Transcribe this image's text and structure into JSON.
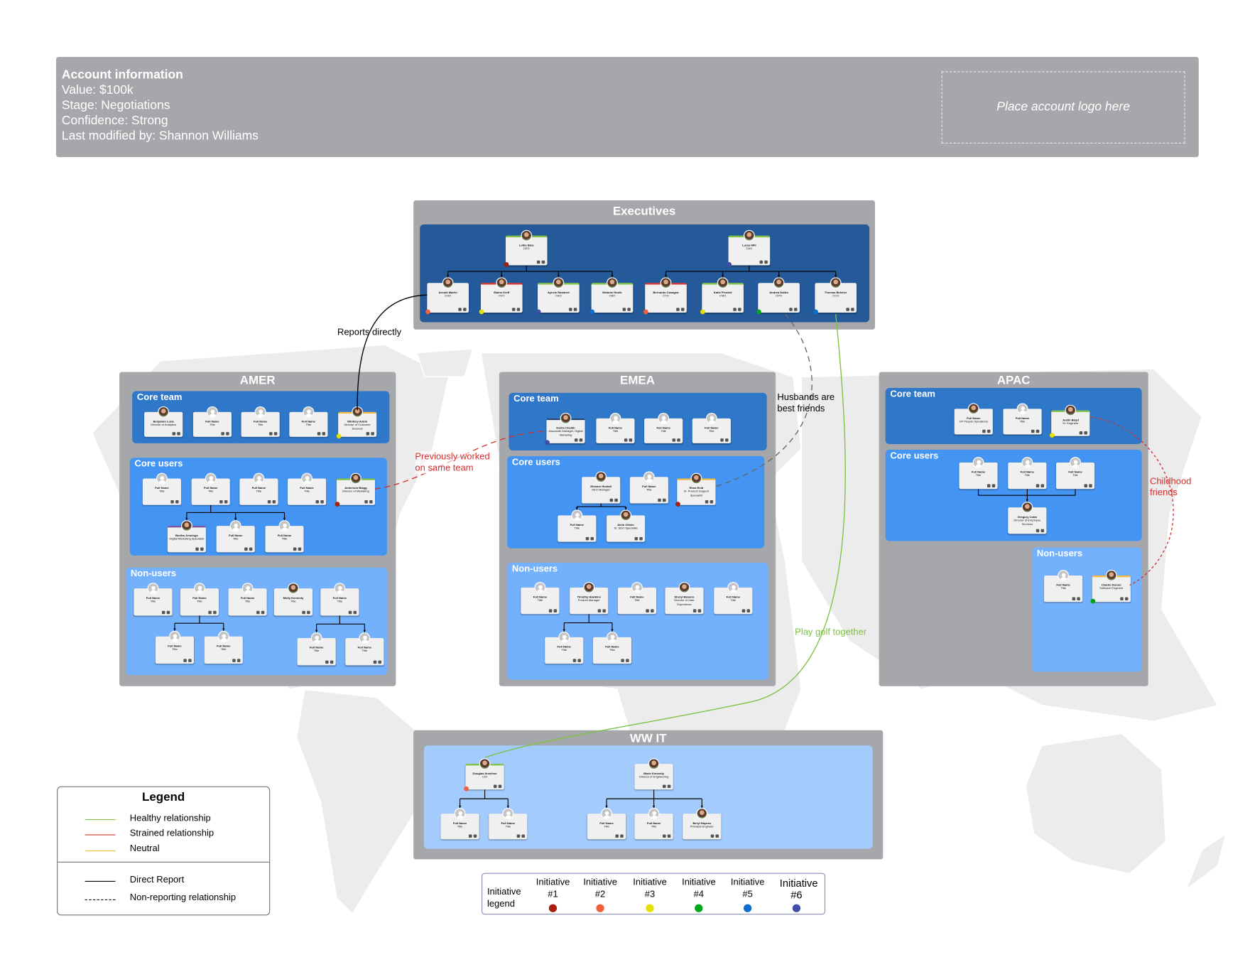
{
  "account": {
    "heading": "Account information",
    "value": "Value: $100k",
    "stage": "Stage: Negotiations",
    "confidence": "Confidence: Strong",
    "modified": "Last modified by: Shannon Williams",
    "logo_placeholder": "Place account logo here"
  },
  "colors": {
    "panel": "#a6a7aa",
    "healthy": "#7cc242",
    "strained": "#d32f2f",
    "neutral": "#f5b942",
    "initiatives": [
      "#a61e0c",
      "#f0603a",
      "#e6e000",
      "#00a819",
      "#0a6fd1",
      "#3f4fa8"
    ]
  },
  "groups": {
    "exec": {
      "title": "Executives",
      "cards": [
        {
          "name": "Lottie Blue",
          "title": "CEO",
          "photo": true,
          "top": "healthy",
          "init": 1
        },
        {
          "name": "Lucas Mill",
          "title": "CAO",
          "photo": true,
          "top": "healthy",
          "init": 6
        },
        {
          "name": "Arnold Martel",
          "title": "COO",
          "photo": true,
          "init": 2
        },
        {
          "name": "Elaine Kieff",
          "title": "CFO",
          "photo": true,
          "top": "strained",
          "init": 3
        },
        {
          "name": "Aynsle Rambert",
          "title": "CAO",
          "photo": true,
          "top": "healthy",
          "init": 6
        },
        {
          "name": "Melanie Hoefs",
          "title": "CBO",
          "photo": true,
          "top": "healthy",
          "init": 5
        },
        {
          "name": "Bernardo Casagna",
          "title": "CTO",
          "photo": true,
          "top": "strained",
          "init": 2
        },
        {
          "name": "Katie Pivoted",
          "title": "CMO",
          "photo": true,
          "top": "healthy",
          "init": 3
        },
        {
          "name": "Andrea Daltro",
          "title": "CPO",
          "photo": true,
          "init": 4
        },
        {
          "name": "Thomas Belcher",
          "title": "CCO",
          "photo": true,
          "init": 5
        }
      ]
    },
    "amer_core": {
      "label": "Core team",
      "cards": [
        {
          "name": "Benjamin Luna",
          "title": "Director of Analytics",
          "photo": true
        },
        {
          "name": "Full Name",
          "title": "Title"
        },
        {
          "name": "Full Name",
          "title": "Title"
        },
        {
          "name": "Full Name",
          "title": "Title"
        },
        {
          "name": "Whitney Asbin",
          "title": "Director of Customer Success",
          "photo": true,
          "top": "neutral",
          "init": 3
        }
      ]
    },
    "amer_users": {
      "label": "Core users",
      "cards": [
        {
          "name": "Full Name",
          "title": "Title"
        },
        {
          "name": "Full Name",
          "title": "Title"
        },
        {
          "name": "Full Name",
          "title": "Title"
        },
        {
          "name": "Full Name",
          "title": "Title"
        },
        {
          "name": "Anderson Blagg",
          "title": "Director of Marketing",
          "photo": true,
          "top": "healthy",
          "init": 1
        },
        {
          "name": "Bertha Jennings",
          "title": "Digital Marketing Specialist",
          "photo": true,
          "top": "#7b4f9a"
        },
        {
          "name": "Full Name",
          "title": "Title"
        },
        {
          "name": "Full Name",
          "title": "Title"
        }
      ]
    },
    "amer_non": {
      "label": "Non-users",
      "cards": [
        {
          "name": "Full Name",
          "title": "Title"
        },
        {
          "name": "Full Name",
          "title": "Title"
        },
        {
          "name": "Full Name",
          "title": "Title"
        },
        {
          "name": "Molly Kennedy",
          "title": "Title",
          "photo": true
        },
        {
          "name": "Full Name",
          "title": "Title"
        },
        {
          "name": "Full Name",
          "title": "Title"
        },
        {
          "name": "Full Name",
          "title": "Title"
        },
        {
          "name": "Full Name",
          "title": "Title"
        },
        {
          "name": "Full Name",
          "title": "Title"
        }
      ]
    },
    "emea_core": {
      "label": "Core team",
      "cards": [
        {
          "name": "Karim Cheikh",
          "title": "Associate Manager, Digital Marketing",
          "photo": true,
          "top": "#1f3f77",
          "init": 6
        },
        {
          "name": "Full Name",
          "title": "Title"
        },
        {
          "name": "Full Name",
          "title": "Title"
        },
        {
          "name": "Full Name",
          "title": "Title"
        }
      ]
    },
    "emea_users": {
      "label": "Core users",
      "cards": [
        {
          "name": "Eleanor Hostall",
          "title": "SEO Manager",
          "photo": true
        },
        {
          "name": "Full Name",
          "title": "Title"
        },
        {
          "name": "Rhea Reid",
          "title": "Sr. Product Support Specialist",
          "photo": true,
          "top": "neutral",
          "init": 1
        },
        {
          "name": "Full Name",
          "title": "Title"
        },
        {
          "name": "Alvin Olivier",
          "title": "Sr. SEO Specialist",
          "photo": true
        }
      ]
    },
    "emea_non": {
      "label": "Non-users",
      "cards": [
        {
          "name": "Full Name",
          "title": "Title"
        },
        {
          "name": "Timothy Hawkins",
          "title": "Product Manager",
          "photo": true
        },
        {
          "name": "Full Name",
          "title": "Title"
        },
        {
          "name": "Sheryl Bowers",
          "title": "Director of User Experience",
          "photo": true
        },
        {
          "name": "Full Name",
          "title": "Title"
        },
        {
          "name": "Full Name",
          "title": "Title"
        },
        {
          "name": "Full Name",
          "title": "Title"
        }
      ]
    },
    "apac_core": {
      "label": "Core team",
      "cards": [
        {
          "name": "Full Name",
          "title": "VP People Operations",
          "photo": true
        },
        {
          "name": "Full Name",
          "title": "Title"
        },
        {
          "name": "Justin Boyd",
          "title": "Sr. Engineer",
          "photo": true,
          "top": "healthy",
          "init": 3
        }
      ]
    },
    "apac_users": {
      "label": "Core users",
      "cards": [
        {
          "name": "Full Name",
          "title": "Title"
        },
        {
          "name": "Full Name",
          "title": "Title"
        },
        {
          "name": "Full Name",
          "title": "Title"
        },
        {
          "name": "Gregory Cobb",
          "title": "Director of Employee Services",
          "photo": true
        }
      ]
    },
    "apac_non": {
      "label": "Non-users",
      "cards": [
        {
          "name": "Full Name",
          "title": "Title"
        },
        {
          "name": "Charlie Dorner",
          "title": "Software Engineer",
          "photo": true,
          "top": "neutral",
          "init": 4
        }
      ]
    },
    "wwit": {
      "title": "WW IT",
      "cards": [
        {
          "name": "Douglas Anselmo",
          "title": "CIO",
          "photo": true,
          "top": "healthy",
          "init": 2
        },
        {
          "name": "Marie Kennedy",
          "title": "Director of Engineering",
          "photo": true
        },
        {
          "name": "Full Name",
          "title": "Title"
        },
        {
          "name": "Full Name",
          "title": "Title"
        },
        {
          "name": "Full Name",
          "title": "Title"
        },
        {
          "name": "Full Name",
          "title": "Title"
        },
        {
          "name": "Beryl Haynes",
          "title": "Principal Engineer",
          "photo": true
        }
      ]
    }
  },
  "regions": {
    "amer": "AMER",
    "emea": "EMEA",
    "apac": "APAC"
  },
  "relationships": {
    "reports_directly": "Reports directly",
    "husbands": "Husbands are best friends",
    "golf": "Play golf together",
    "prev_team": "Previously worked on same team",
    "childhood": "Childhood friends"
  },
  "legend": {
    "title": "Legend",
    "healthy": "Healthy relationship",
    "strained": "Strained relationship",
    "neutral": "Neutral",
    "direct": "Direct Report",
    "nonreporting": "Non-reporting relationship"
  },
  "initiative_legend": {
    "title": "Initiative legend",
    "items": [
      "Initiative #1",
      "Initiative #2",
      "Initiative #3",
      "Initiative #4",
      "Initiative #5",
      "Initiative #6"
    ]
  }
}
